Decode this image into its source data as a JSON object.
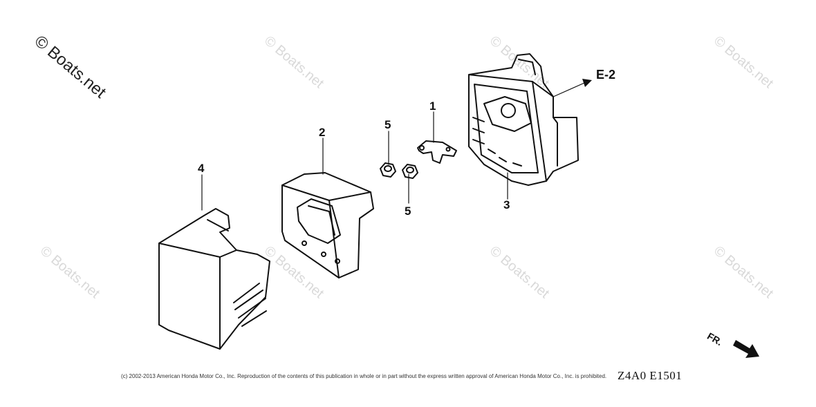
{
  "watermark": {
    "main": "© Boats.net",
    "repeat": "© Boats.net"
  },
  "callouts": {
    "c1": "1",
    "c2": "2",
    "c3": "3",
    "c4": "4",
    "c5a": "5",
    "c5b": "5"
  },
  "reference": "E-2",
  "front_marker": "FR.",
  "copyright": "(c) 2002-2013 American Honda Motor Co., Inc. Reproduction of the contents of this publication in whole or in part without the express written approval of American Honda Motor Co., Inc. is prohibited.",
  "diagram_code": "Z4A0 E1501"
}
